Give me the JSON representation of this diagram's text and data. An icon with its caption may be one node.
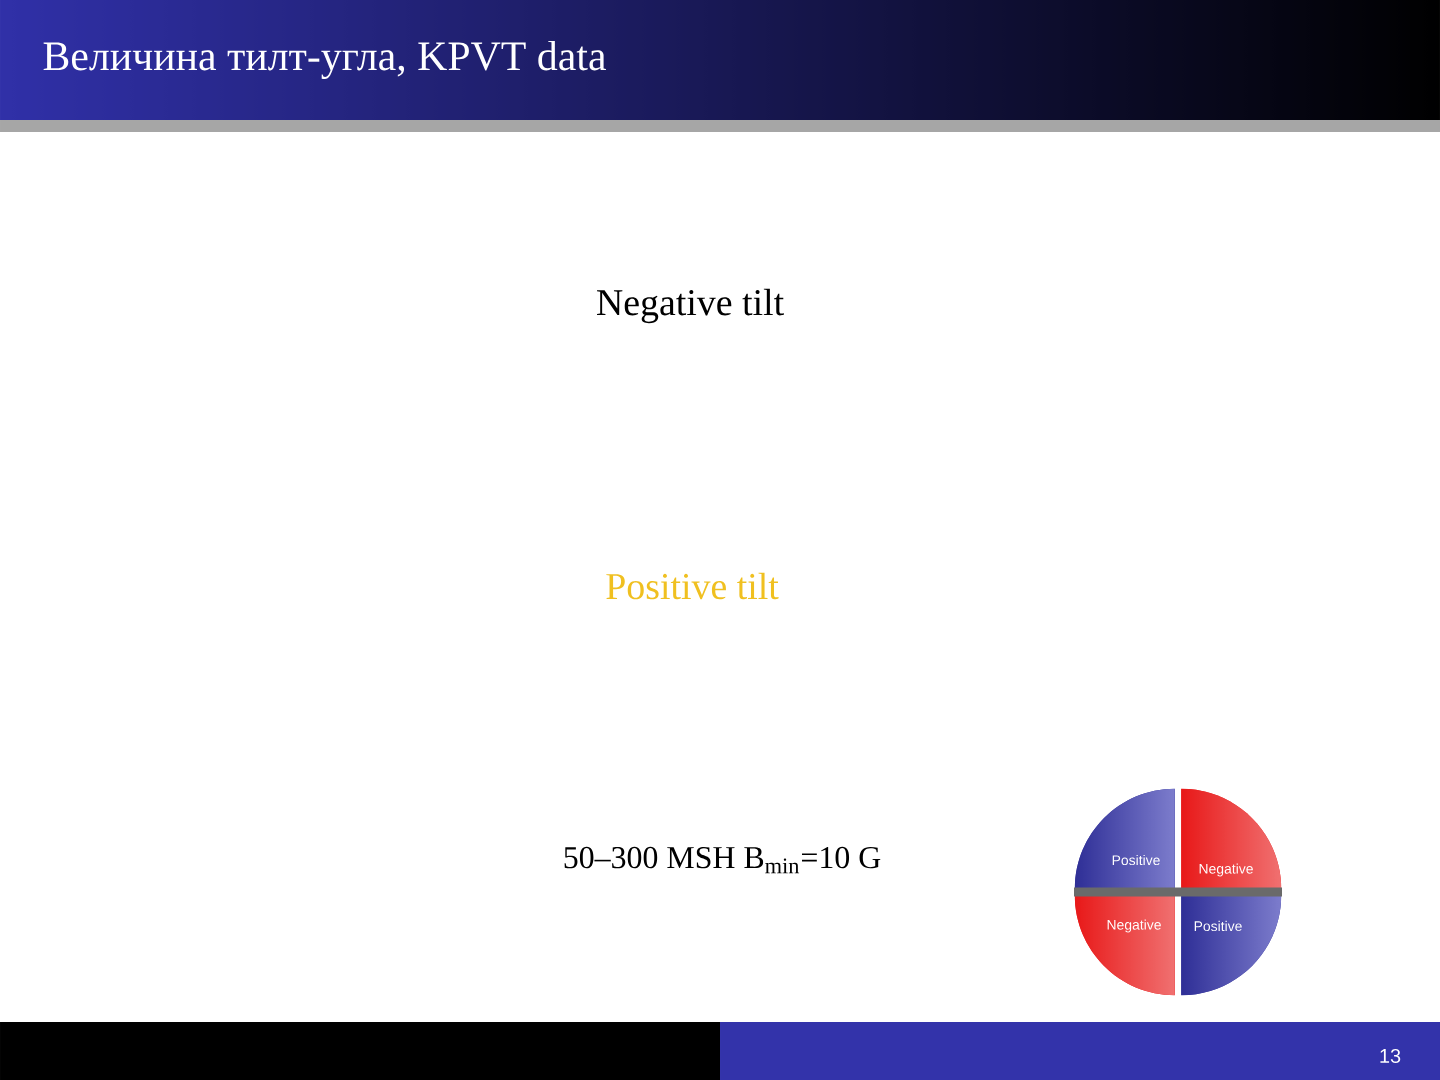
{
  "diagram": {
    "title": "Величина тилт-угла, KPVT data",
    "nodes": [
      {
        "text": [
          "Positive"
        ]
      },
      {
        "text": [
          "Negative"
        ]
      },
      {
        "text": [
          "Negative"
        ]
      },
      {
        "text": [
          "Positive"
        ]
      }
    ],
    "labels": [
      "Negative tilt",
      "Positive tilt",
      "50–300 MSH  B$_{min}$=10 G",
      "13"
    ]
  }
}
